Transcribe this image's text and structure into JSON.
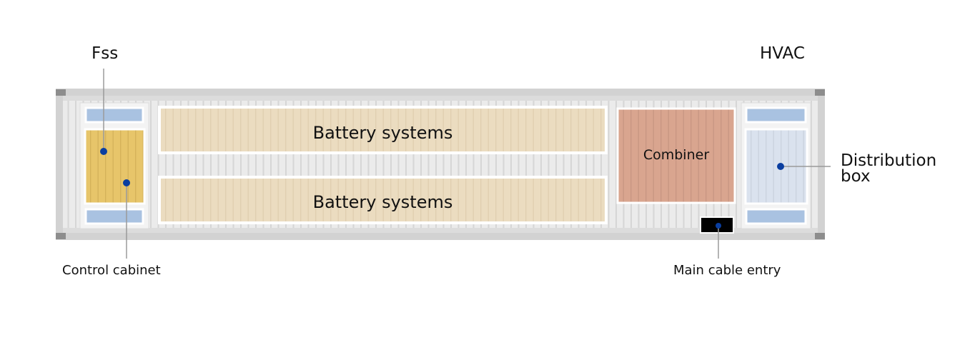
{
  "labels": {
    "fss": "Fss",
    "hvac": "HVAC",
    "distribution_box_line1": "Distribution",
    "distribution_box_line2": "box",
    "control_cabinet": "Control cabinet",
    "main_cable_entry": "Main cable entry",
    "combiner": "Combiner",
    "battery_systems_top": "Battery systems",
    "battery_systems_bottom": "Battery systems"
  },
  "colors": {
    "container_frame": "#d4d4d4",
    "container_body": "#e9e9e9",
    "rib": "#d8d8d8",
    "battery_fill": "#ebdcc0",
    "control_cabinet_fill": "#e7c56a",
    "combiner_fill": "#d9a58f",
    "distribution_box_fill": "#d9e1ee",
    "hvac_vent_fill": "#a9c2e1",
    "marker_dot": "#0a3ea0",
    "leader_line": "#9a9a9a",
    "cable_entry_fill": "#000000"
  }
}
